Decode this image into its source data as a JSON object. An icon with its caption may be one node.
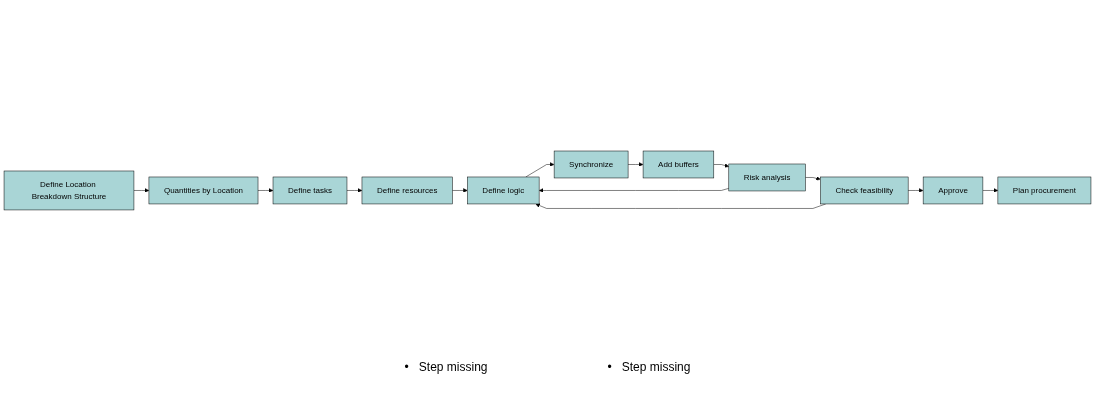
{
  "diagram": {
    "nodes": [
      {
        "text": [
          "Define Location Breakdown Structure"
        ]
      },
      {
        "text": [
          "Quantities by Location"
        ]
      },
      {
        "text": [
          "Define tasks"
        ]
      },
      {
        "text": [
          "Define resources"
        ]
      },
      {
        "text": [
          "Define logic"
        ]
      },
      {
        "text": [
          "Synchronize"
        ]
      },
      {
        "text": [
          "Add buffers"
        ]
      },
      {
        "text": [
          "Risk analysis"
        ]
      },
      {
        "text": [
          "Check feasibility"
        ]
      },
      {
        "text": [
          "Approve"
        ]
      },
      {
        "text": [
          "Plan procurement"
        ]
      }
    ],
    "edges": [
      {
        "from": 0,
        "to": 1,
        "arrow": "to"
      },
      {
        "from": 1,
        "to": 2,
        "arrow": "to"
      },
      {
        "from": 2,
        "to": 3,
        "arrow": "to"
      },
      {
        "from": 3,
        "to": 4,
        "arrow": "to"
      },
      {
        "from": 4,
        "to": 5,
        "arrow": "to"
      },
      {
        "from": 5,
        "to": 6,
        "arrow": "to"
      },
      {
        "from": 6,
        "to": 7,
        "arrow": "to"
      },
      {
        "from": 7,
        "to": 8,
        "arrow": "to"
      },
      {
        "from": 8,
        "to": 9,
        "arrow": "to"
      },
      {
        "from": 9,
        "to": 10,
        "arrow": "to"
      },
      {
        "from": 7,
        "to": 4,
        "arrow": "to"
      },
      {
        "from": 8,
        "to": 4,
        "arrow": "to"
      }
    ],
    "labels": [
      "•",
      "Step missing",
      "•",
      "Step missing"
    ]
  }
}
